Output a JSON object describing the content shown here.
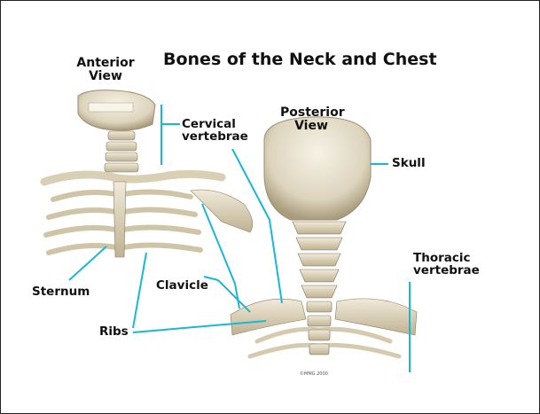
{
  "title": "Bones of the Neck and Chest",
  "views": {
    "anterior": "Anterior\nView",
    "posterior": "Posterior\nView"
  },
  "labels": {
    "cervical": "Cervical\nvertebrae",
    "skull": "Skull",
    "thoracic": "Thoracic\nvertebrae",
    "sternum": "Sternum",
    "clavicle": "Clavicle",
    "ribs": "Ribs"
  },
  "copyright": "©MMG 2000",
  "colors": {
    "leader": "#19b7d6",
    "bone": "#e8dfc8",
    "bone_shadow": "#b8ab8a",
    "background": "#ffffff"
  }
}
